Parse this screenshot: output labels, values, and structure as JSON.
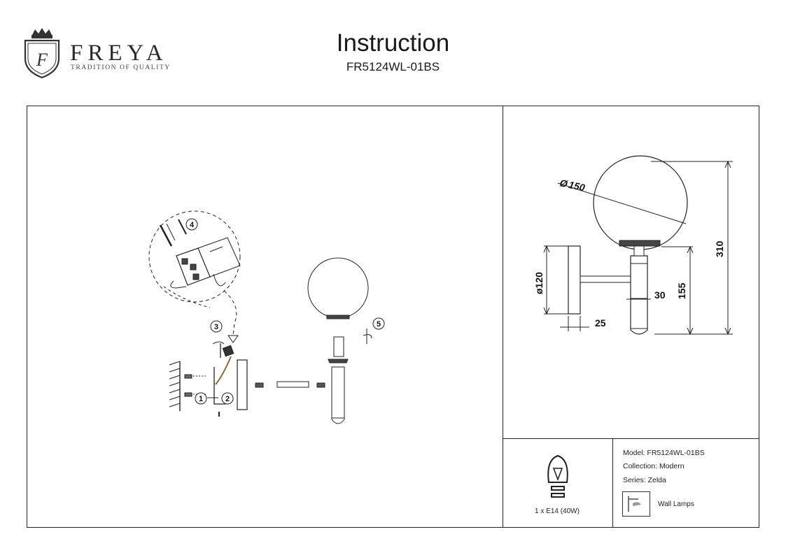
{
  "brand": {
    "name": "FREYA",
    "tagline": "TRADITION OF QUALITY",
    "emblem_letter": "F"
  },
  "header": {
    "title": "Instruction",
    "model_code": "FR5124WL-01BS"
  },
  "assembly": {
    "steps": [
      "1",
      "2",
      "3",
      "4",
      "5"
    ]
  },
  "dimensions": {
    "globe_diameter": "150",
    "plate_diameter": "120",
    "arm_width": "30",
    "plate_depth": "25",
    "mount_height": "155",
    "total_height": "310",
    "globe_diameter_symbol": "Ø",
    "plate_diameter_symbol": "ø"
  },
  "specs": {
    "model": "Model: FR5124WL-01BS",
    "collection": "Collection: Modern",
    "series": "Series: Zelda",
    "lamp": "1 x E14 (40W)",
    "type": "Wall Lamps"
  }
}
